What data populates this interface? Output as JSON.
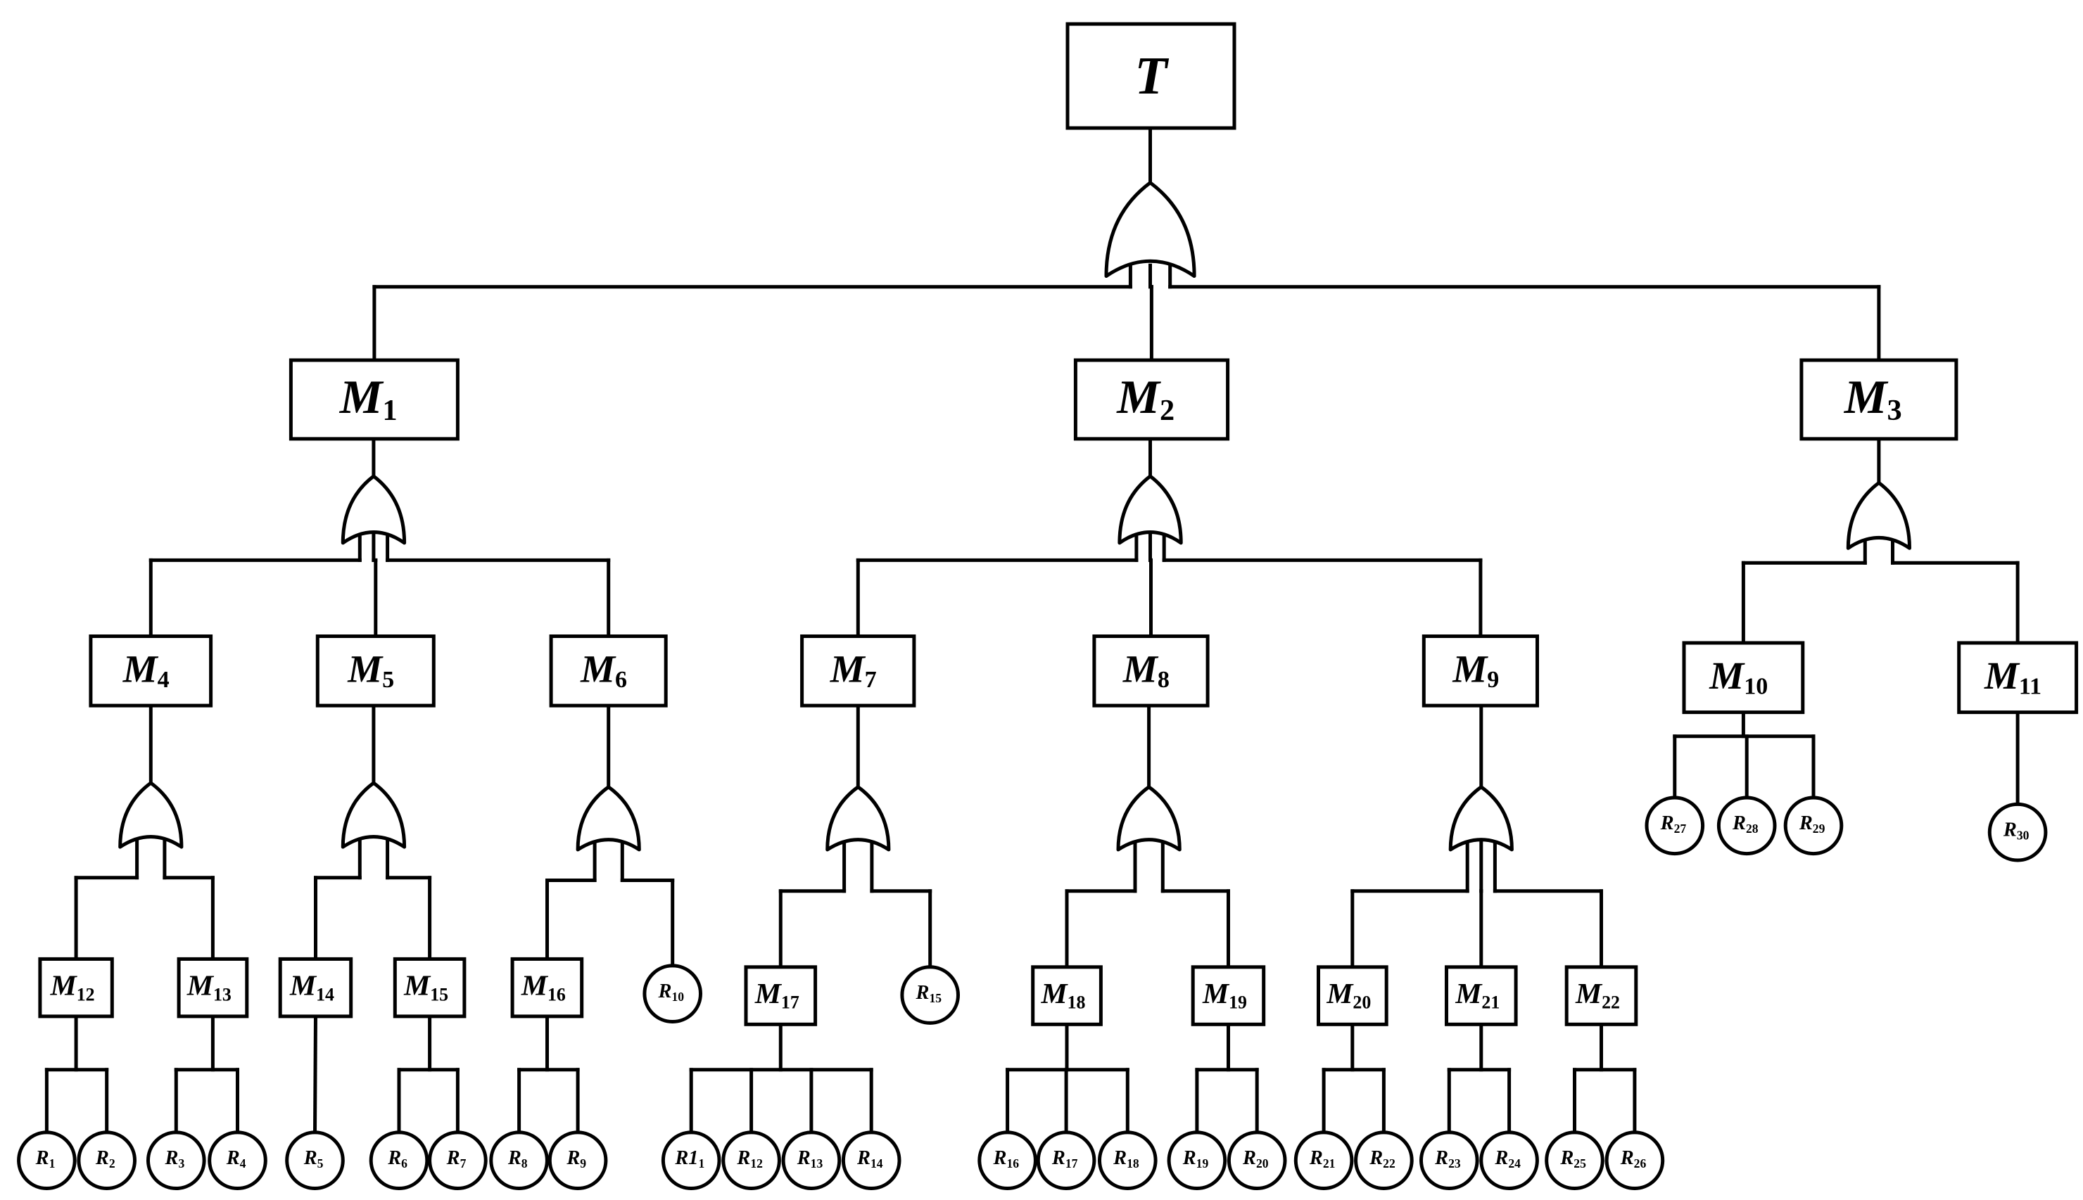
{
  "diagram": {
    "type": "fault-tree",
    "top_event": "T",
    "intermediate_events": [
      {
        "id": "M1",
        "base": "M",
        "sub": "1"
      },
      {
        "id": "M2",
        "base": "M",
        "sub": "2"
      },
      {
        "id": "M3",
        "base": "M",
        "sub": "3"
      },
      {
        "id": "M4",
        "base": "M",
        "sub": "4"
      },
      {
        "id": "M5",
        "base": "M",
        "sub": "5"
      },
      {
        "id": "M6",
        "base": "M",
        "sub": "6"
      },
      {
        "id": "M7",
        "base": "M",
        "sub": "7"
      },
      {
        "id": "M8",
        "base": "M",
        "sub": "8"
      },
      {
        "id": "M9",
        "base": "M",
        "sub": "9"
      },
      {
        "id": "M10",
        "base": "M",
        "sub": "10"
      },
      {
        "id": "M11",
        "base": "M",
        "sub": "11"
      },
      {
        "id": "M12",
        "base": "M",
        "sub": "12"
      },
      {
        "id": "M13",
        "base": "M",
        "sub": "13"
      },
      {
        "id": "M14",
        "base": "M",
        "sub": "14"
      },
      {
        "id": "M15",
        "base": "M",
        "sub": "15"
      },
      {
        "id": "M16",
        "base": "M",
        "sub": "16"
      },
      {
        "id": "M17",
        "base": "M",
        "sub": "17"
      },
      {
        "id": "M18",
        "base": "M",
        "sub": "18"
      },
      {
        "id": "M19",
        "base": "M",
        "sub": "19"
      },
      {
        "id": "M20",
        "base": "M",
        "sub": "20"
      },
      {
        "id": "M21",
        "base": "M",
        "sub": "21"
      },
      {
        "id": "M22",
        "base": "M",
        "sub": "22"
      }
    ],
    "basic_events": [
      {
        "id": "R1",
        "base": "R",
        "sub": "1"
      },
      {
        "id": "R2",
        "base": "R",
        "sub": "2"
      },
      {
        "id": "R3",
        "base": "R",
        "sub": "3"
      },
      {
        "id": "R4",
        "base": "R",
        "sub": "4"
      },
      {
        "id": "R5",
        "base": "R",
        "sub": "5"
      },
      {
        "id": "R6",
        "base": "R",
        "sub": "6"
      },
      {
        "id": "R7",
        "base": "R",
        "sub": "7"
      },
      {
        "id": "R8",
        "base": "R",
        "sub": "8"
      },
      {
        "id": "R9",
        "base": "R",
        "sub": "9"
      },
      {
        "id": "R10",
        "base": "R",
        "sub": "10"
      },
      {
        "id": "R11",
        "base": "R1",
        "sub": "1"
      },
      {
        "id": "R12",
        "base": "R",
        "sub": "12"
      },
      {
        "id": "R13",
        "base": "R",
        "sub": "13"
      },
      {
        "id": "R14",
        "base": "R",
        "sub": "14"
      },
      {
        "id": "R15",
        "base": "R",
        "sub": "15"
      },
      {
        "id": "R16",
        "base": "R",
        "sub": "16"
      },
      {
        "id": "R17",
        "base": "R",
        "sub": "17"
      },
      {
        "id": "R18",
        "base": "R",
        "sub": "18"
      },
      {
        "id": "R19",
        "base": "R",
        "sub": "19"
      },
      {
        "id": "R20",
        "base": "R",
        "sub": "20"
      },
      {
        "id": "R21",
        "base": "R",
        "sub": "21"
      },
      {
        "id": "R22",
        "base": "R",
        "sub": "22"
      },
      {
        "id": "R23",
        "base": "R",
        "sub": "23"
      },
      {
        "id": "R24",
        "base": "R",
        "sub": "24"
      },
      {
        "id": "R25",
        "base": "R",
        "sub": "25"
      },
      {
        "id": "R26",
        "base": "R",
        "sub": "26"
      },
      {
        "id": "R27",
        "base": "R",
        "sub": "27"
      },
      {
        "id": "R28",
        "base": "R",
        "sub": "28"
      },
      {
        "id": "R29",
        "base": "R",
        "sub": "29"
      },
      {
        "id": "R30",
        "base": "R",
        "sub": "30"
      }
    ],
    "gates": [
      {
        "id": "G-T",
        "type": "OR",
        "output": "T",
        "inputs": [
          "M1",
          "M2",
          "M3"
        ]
      },
      {
        "id": "G-M1",
        "type": "OR",
        "output": "M1",
        "inputs": [
          "M4",
          "M5",
          "M6"
        ]
      },
      {
        "id": "G-M2",
        "type": "OR",
        "output": "M2",
        "inputs": [
          "M7",
          "M8",
          "M9"
        ]
      },
      {
        "id": "G-M3",
        "type": "OR",
        "output": "M3",
        "inputs": [
          "M10",
          "M11"
        ]
      },
      {
        "id": "G-M4",
        "type": "OR",
        "output": "M4",
        "inputs": [
          "M12",
          "M13"
        ]
      },
      {
        "id": "G-M5",
        "type": "OR",
        "output": "M5",
        "inputs": [
          "M14",
          "M15"
        ]
      },
      {
        "id": "G-M6",
        "type": "OR",
        "output": "M6",
        "inputs": [
          "M16",
          "R10"
        ]
      },
      {
        "id": "G-M7",
        "type": "OR",
        "output": "M7",
        "inputs": [
          "M17",
          "R15"
        ]
      },
      {
        "id": "G-M8",
        "type": "OR",
        "output": "M8",
        "inputs": [
          "M18",
          "M19"
        ]
      },
      {
        "id": "G-M9",
        "type": "OR",
        "output": "M9",
        "inputs": [
          "M20",
          "M21",
          "M22"
        ]
      }
    ],
    "direct_links": [
      {
        "parent": "M10",
        "children": [
          "R27",
          "R28",
          "R29"
        ]
      },
      {
        "parent": "M11",
        "children": [
          "R30"
        ]
      },
      {
        "parent": "M12",
        "children": [
          "R1",
          "R2"
        ]
      },
      {
        "parent": "M13",
        "children": [
          "R3",
          "R4"
        ]
      },
      {
        "parent": "M14",
        "children": [
          "R5"
        ]
      },
      {
        "parent": "M15",
        "children": [
          "R6",
          "R7"
        ]
      },
      {
        "parent": "M16",
        "children": [
          "R8",
          "R9"
        ]
      },
      {
        "parent": "M17",
        "children": [
          "R11",
          "R12",
          "R13",
          "R14"
        ]
      },
      {
        "parent": "M18",
        "children": [
          "R16",
          "R17",
          "R18"
        ]
      },
      {
        "parent": "M19",
        "children": [
          "R19",
          "R20"
        ]
      },
      {
        "parent": "M20",
        "children": [
          "R21",
          "R22"
        ]
      },
      {
        "parent": "M21",
        "children": [
          "R23",
          "R24"
        ]
      },
      {
        "parent": "M22",
        "children": [
          "R25",
          "R26"
        ]
      }
    ]
  }
}
